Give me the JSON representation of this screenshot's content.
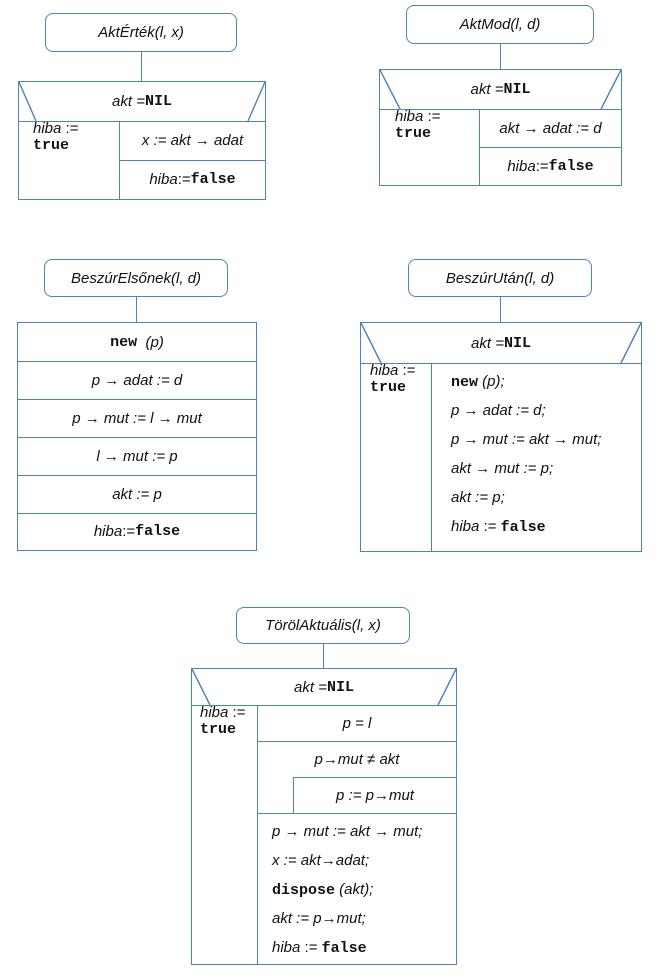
{
  "colors": {
    "border": "#4f81bd",
    "text": "#111111",
    "background": "#ffffff"
  },
  "akt_ertek": {
    "name": "AktÉrték",
    "params": " (l, x)",
    "cond": "akt = ",
    "nil": "NIL",
    "yes_var": "hiba",
    "yes_op": " :=",
    "yes_val": "true",
    "assign_x": "x := akt → adat",
    "no_var": "hiba",
    "no_op": " := ",
    "no_val": "false"
  },
  "akt_mod": {
    "name": "AktMod",
    "params": " (l, d)",
    "cond": "akt = ",
    "nil": "NIL",
    "yes_var": "hiba",
    "yes_op": " :=",
    "yes_val": "true",
    "assign_d": "akt → adat := d",
    "no_var": "hiba",
    "no_op": " := ",
    "no_val": "false"
  },
  "beszur_elsonek": {
    "name": "BeszúrElsőnek",
    "params": " (l, d)",
    "new_kw": "new",
    "new_arg": "  (p)",
    "s1": "p → adat := d",
    "s2": "p → mut := l → mut",
    "s3": "l → mut := p",
    "s4": "akt := p",
    "s5_var": "hiba",
    "s5_op": " := ",
    "s5_val": "false"
  },
  "beszur_utan": {
    "name": "BeszúrUtán",
    "params": " (l, d)",
    "cond": "akt = ",
    "nil": "NIL",
    "yes_var": "hiba",
    "yes_op": " :=",
    "yes_val": "true",
    "new_kw": "new",
    "new_arg": " (p);",
    "l2": "p → adat := d;",
    "l3": "p → mut := akt → mut;",
    "l4": "akt → mut := p;",
    "l5": "akt := p;",
    "l6_var": "hiba",
    "l6_op": " := ",
    "l6_val": "false"
  },
  "torol_aktualis": {
    "name": "TörölAktuális",
    "params": " (l, x)",
    "cond": "akt = ",
    "nil": "NIL",
    "yes_var": "hiba",
    "yes_op": " :=",
    "yes_val": "true",
    "p_eq_l": "p = l",
    "loop_cond": "p→mut ≠ akt",
    "loop_body": "p := p→mut",
    "l1": "p → mut := akt → mut;",
    "l2": "x := akt→adat;",
    "dispose_kw": "dispose",
    "dispose_arg": " (akt);",
    "l4": "akt := p→mut;",
    "l5_var": "hiba",
    "l5_op": " := ",
    "l5_val": "false"
  }
}
